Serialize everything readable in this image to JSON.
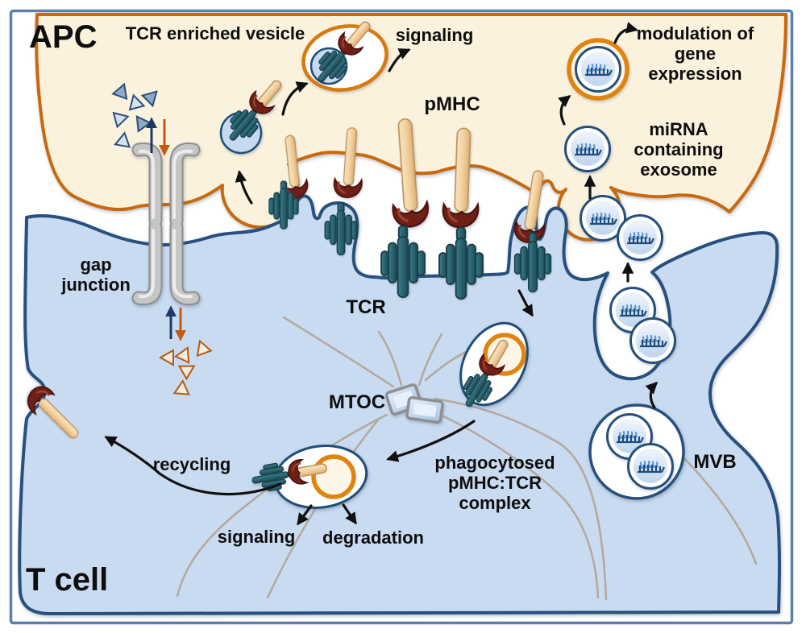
{
  "figure": {
    "apc_label": "APC",
    "tcell_label": "T cell",
    "labels": {
      "tcr_enriched_vesicle": "TCR enriched vesicle",
      "signaling_top": "signaling",
      "modulation": [
        "modulation of",
        "gene",
        "expression"
      ],
      "pmhc": "pMHC",
      "mirna_exosome": [
        "miRNA",
        "containing",
        "exosome"
      ],
      "gap_junction": [
        "gap",
        "junction"
      ],
      "tcr": "TCR",
      "mtoc": "MTOC",
      "phagocytosed": [
        "phagocytosed",
        "pMHC:TCR",
        "complex"
      ],
      "mvb": "MVB",
      "recycling": "recycling",
      "signaling_bottom": "signaling",
      "degradation": "degradation"
    },
    "colors": {
      "apc_fill": "#fbf2dd",
      "apc_border": "#c8690e",
      "tcell_fill": "#c9dbf0",
      "tcell_border": "#27507e",
      "frame_border": "#5b7fae",
      "tcr_teal": "#2e6b77",
      "pmhc_stick": "#f2d2a0",
      "pmhc_cup": "#6f1f15",
      "exosome_border": "#24507c",
      "mirna_dark": "#1e4d7b",
      "mirna_light": "#5f97d4",
      "vesicle_ring": "#e0830f",
      "gap_junction_gray": "#c6c6c6",
      "microtubule_gray": "#b3a99b",
      "arrow_black": "#111111",
      "arrow_navy": "#1f3864",
      "arrow_orange": "#c55a11"
    }
  }
}
